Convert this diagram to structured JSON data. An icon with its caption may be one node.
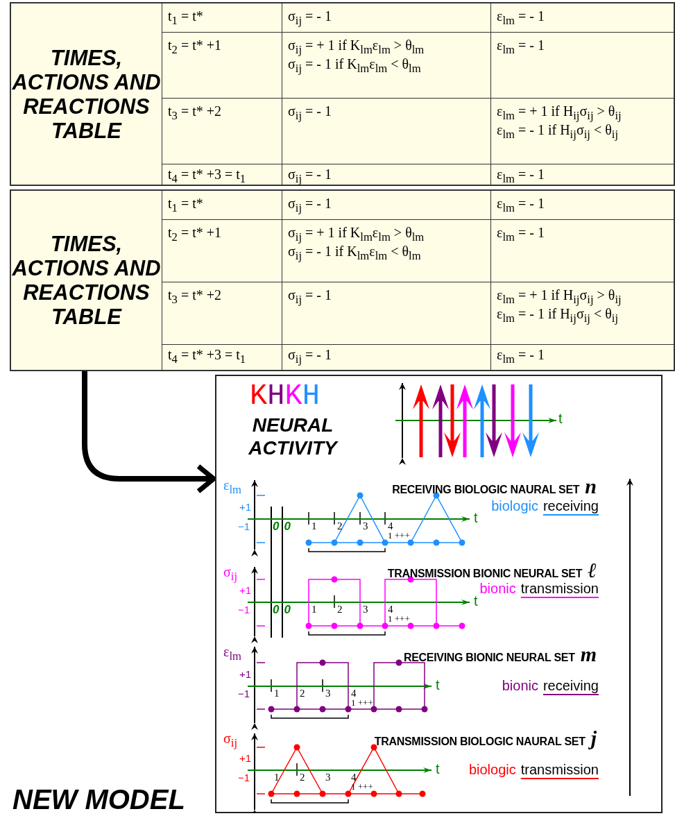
{
  "diagram": {
    "nodes": [
      {
        "text": [
          "TIMES, ACTIONS AND REACTIONS TABLE"
        ]
      },
      {
        "text": [
          "TIMES, ACTIONS AND REACTIONS TABLE"
        ]
      },
      {
        "text": [
          "KHKH",
          "NEURAL ACTIVITY"
        ]
      }
    ],
    "edges": [
      {
        "from": 1,
        "to": 2,
        "arrow": "to"
      }
    ],
    "labels": [
      "t$_{1}$ = t*",
      "σ$_{ij}$ = - 1",
      "ε$_{lm}$ = - 1",
      "t$_{2}$ = t* +1",
      "σ$_{ij}$ = + 1  if  K$_{lm}$ε$_{lm}$ > θ$_{lm}$",
      "σ$_{ij}$ =  - 1  if  K$_{lm}$ε$_{lm}$ < θ$_{lm}$",
      "ε$_{lm}$ = - 1",
      "t$_{3}$ = t* +2",
      "σ$_{ij}$ = - 1",
      "ε$_{lm}$ = + 1  if  H$_{ij}$σ$_{ij}$ > θ$_{ij}$",
      "ε$_{lm}$ =  - 1  if  H$_{ij}$σ$_{ij}$ < θ$_{ij}$",
      "t$_{4}$ = t* +3 = t$_{1}$",
      "σ$_{ij}$ = - 1",
      "ε$_{lm}$ = - 1",
      "t$_{1}$ = t*",
      "σ$_{ij}$ = - 1",
      "ε$_{lm}$ = - 1",
      "t$_{2}$ = t* +1",
      "σ$_{ij}$ = + 1  if  K$_{lm}$ε$_{lm}$ > θ$_{lm}$",
      "σ$_{ij}$ =  - 1  if  K$_{lm}$ε$_{lm}$ < θ$_{lm}$",
      "ε$_{lm}$ = - 1",
      "t$_{3}$ = t* +2",
      "σ$_{ij}$ = - 1",
      "ε$_{lm}$ = + 1  if  H$_{ij}$σ$_{ij}$ > θ$_{ij}$",
      "ε$_{lm}$ =  - 1  if  H$_{ij}$σ$_{ij}$ < θ$_{ij}$",
      "t$_{4}$ = t* +3 = t$_{1}$",
      "σ$_{ij}$ = - 1",
      "ε$_{lm}$ = - 1",
      "NEW MODEL",
      "t",
      "ε$_{lm}$",
      "RECEIVING BIOLOGIC NAURAL SET",
      "n",
      "+1",
      "−1",
      "00",
      "1",
      "2",
      "3",
      "4",
      "1 +++",
      "t",
      "biologic",
      "receiving",
      "σ$_{ij}$",
      "TRANSMISSION BIONIC NEURAL SET",
      "ℓ",
      "+1",
      "−1",
      "00",
      "1",
      "2",
      "3",
      "4",
      "1 +++",
      "t",
      "bionic",
      "transmission",
      "ε$_{lm}$",
      "RECEIVING BIONIC NEURAL SET",
      "m",
      "+1",
      "−1",
      "1",
      "2",
      "3",
      "4",
      "1 +++",
      "t",
      "bionic",
      "receiving",
      "σ$_{ij}$",
      "TRANSMISSION BIOLOGIC NAURAL SET",
      "j",
      "+1",
      "−1",
      "1",
      "2",
      "3",
      "4",
      "1 +++",
      "t",
      "biologic",
      "transmission"
    ]
  }
}
